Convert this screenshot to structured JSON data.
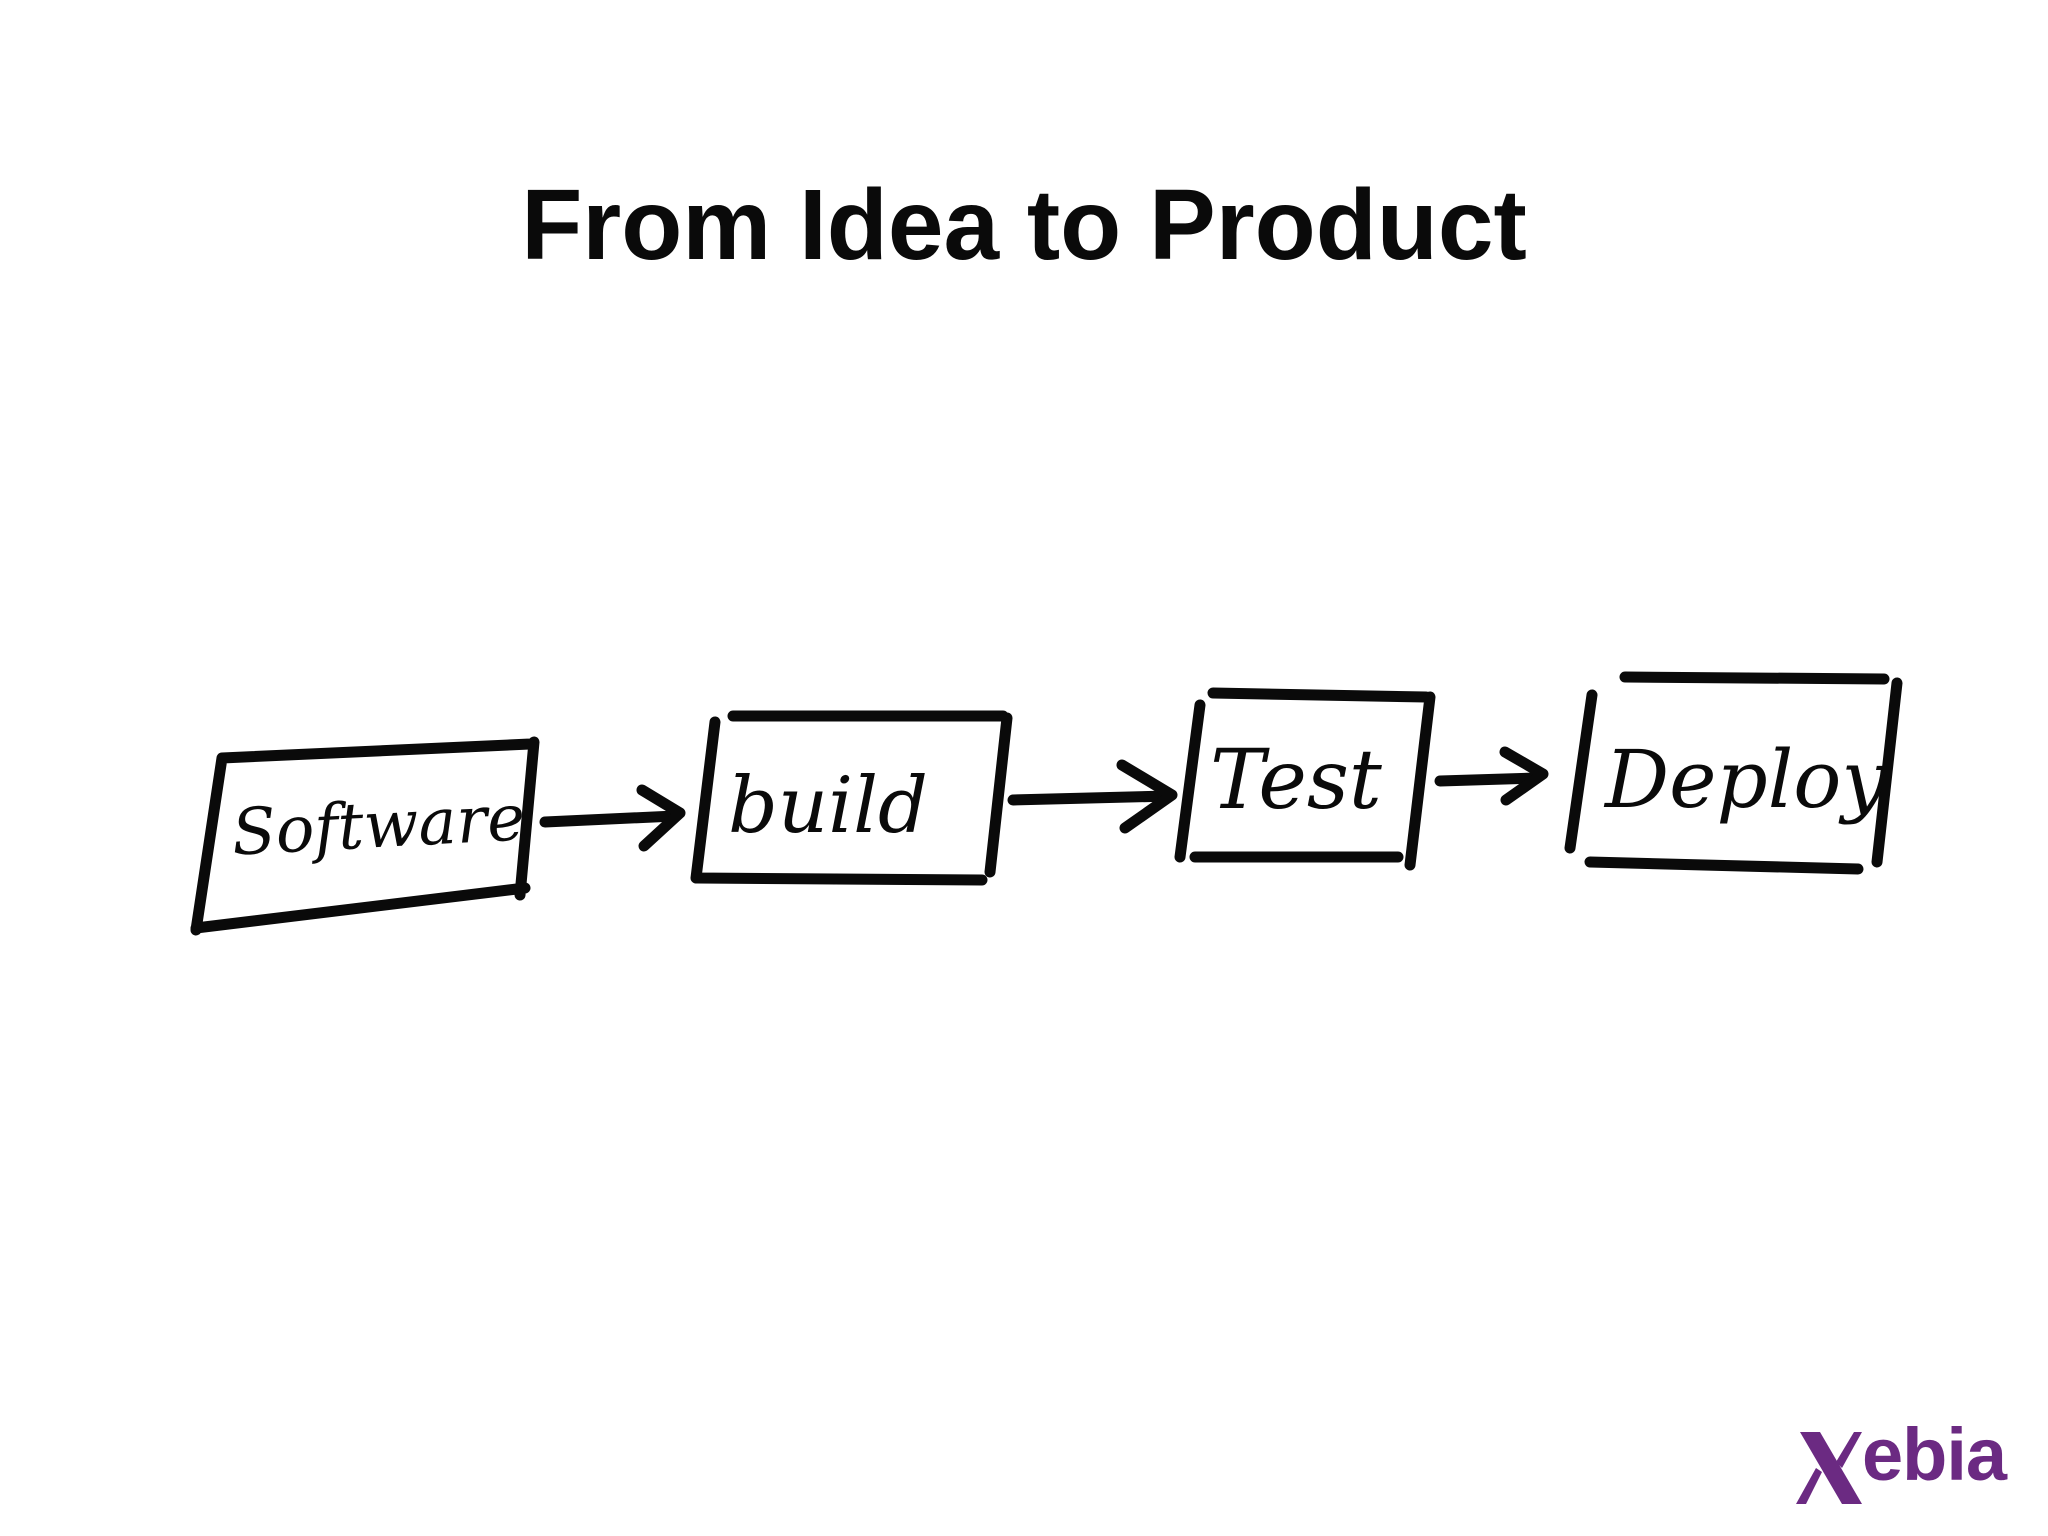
{
  "slide": {
    "title": "From Idea to Product"
  },
  "diagram": {
    "steps": [
      {
        "label": "Software"
      },
      {
        "label": "build"
      },
      {
        "label": "Test"
      },
      {
        "label": "Deploy"
      }
    ],
    "connector": "arrow"
  },
  "logo": {
    "text": "ebia",
    "mark": "X",
    "color": "#6b2a82"
  }
}
